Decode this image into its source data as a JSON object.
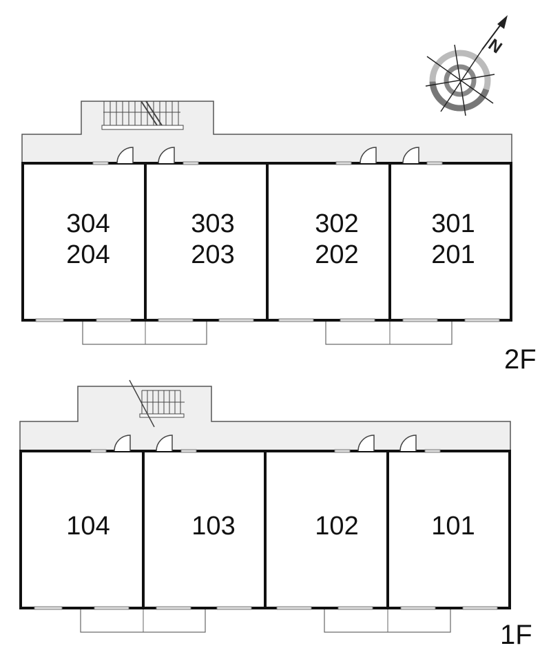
{
  "floors": [
    {
      "label": "2F",
      "rooms": [
        {
          "upper": "304",
          "lower": "204"
        },
        {
          "upper": "303",
          "lower": "203"
        },
        {
          "upper": "302",
          "lower": "202"
        },
        {
          "upper": "301",
          "lower": "201"
        }
      ]
    },
    {
      "label": "1F",
      "rooms": [
        {
          "upper": "104"
        },
        {
          "upper": "103"
        },
        {
          "upper": "102"
        },
        {
          "upper": "101"
        }
      ]
    }
  ],
  "compass": {
    "icon": "north-arrow-compass-icon",
    "letter": "N"
  },
  "colors": {
    "corridor": "#efefef",
    "wall": "#111111"
  }
}
